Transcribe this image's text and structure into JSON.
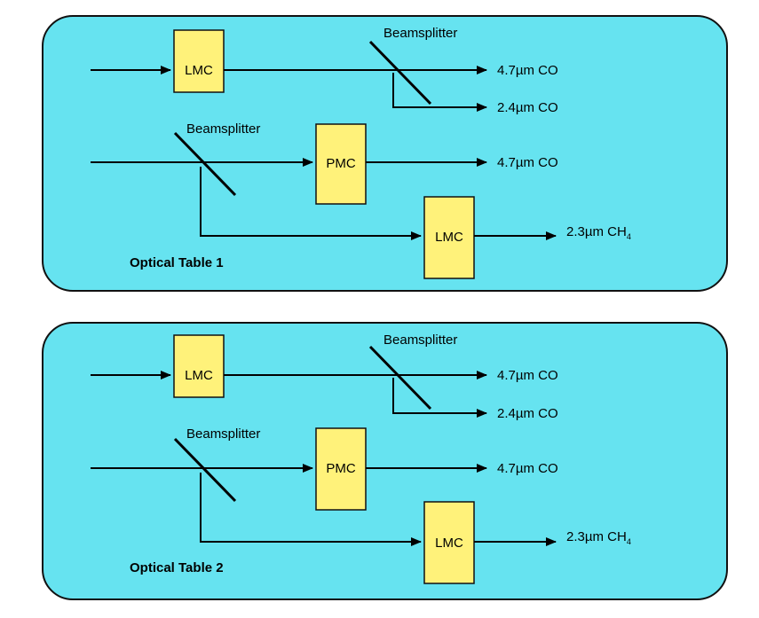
{
  "colors": {
    "panel_fill": "#66e3f0",
    "panel_stroke": "#111111",
    "box_fill": "#fff27a",
    "box_stroke": "#111111",
    "line": "#000000"
  },
  "tables": [
    {
      "label": "Optical Table 1",
      "beamsplitter_top": "Beamsplitter",
      "beamsplitter_mid": "Beamsplitter",
      "box_lmc_1": "LMC",
      "box_pmc": "PMC",
      "box_lmc_2": "LMC",
      "out_1": "4.7µm  CO",
      "out_2": "2.4µm  CO",
      "out_3": "4.7µm  CO",
      "out_4_main": "2.3µm  CH",
      "out_4_sub": "4"
    },
    {
      "label": "Optical Table 2",
      "beamsplitter_top": "Beamsplitter",
      "beamsplitter_mid": "Beamsplitter",
      "box_lmc_1": "LMC",
      "box_pmc": "PMC",
      "box_lmc_2": "LMC",
      "out_1": "4.7µm  CO",
      "out_2": "2.4µm  CO",
      "out_3": "4.7µm  CO",
      "out_4_main": "2.3µm  CH",
      "out_4_sub": "4"
    }
  ]
}
